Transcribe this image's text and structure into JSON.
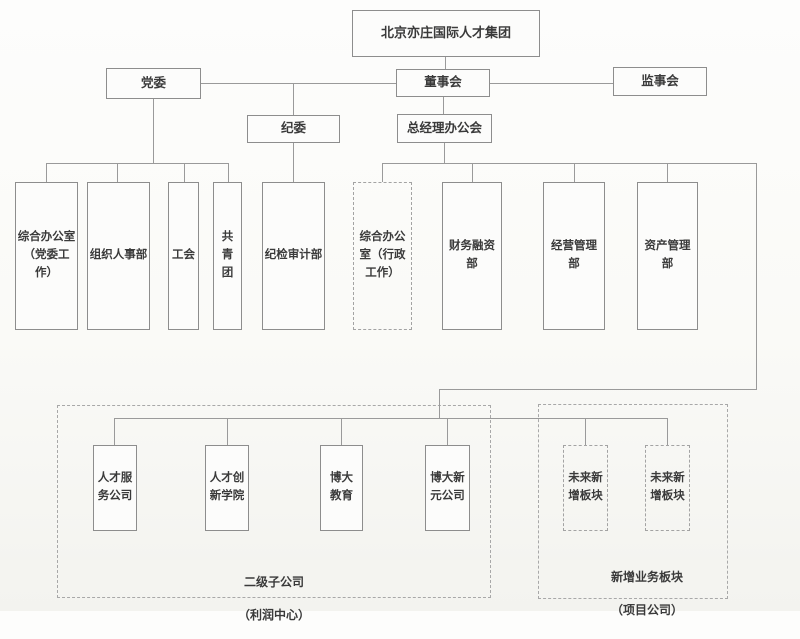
{
  "page": {
    "background_color": "#fbfbf8",
    "line_color": "#9a9a9a",
    "text_color": "#3a3a3a"
  },
  "org": {
    "root": {
      "label": "北京亦庄国际人才集团"
    },
    "governance": {
      "party": {
        "label": "党委"
      },
      "board": {
        "label": "董事会"
      },
      "supervisory": {
        "label": "监事会"
      },
      "discipline": {
        "label": "纪委"
      },
      "gm_office": {
        "label": "总经理办公会"
      }
    },
    "party_departments": [
      {
        "label": "综合办公室（党委工作）",
        "lines": [
          "综合办公室",
          "（党委工",
          "作）"
        ],
        "style": "solid"
      },
      {
        "label": "组织人事部",
        "lines": [
          "组织人事部"
        ],
        "style": "solid"
      },
      {
        "label": "工会",
        "lines": [
          "工会"
        ],
        "style": "solid"
      },
      {
        "label": "共青团",
        "lines": [
          "共",
          "青",
          "团"
        ],
        "style": "solid"
      }
    ],
    "discipline_departments": [
      {
        "label": "纪检审计部",
        "lines": [
          "纪检审计部"
        ],
        "style": "solid"
      }
    ],
    "gm_departments": [
      {
        "label": "综合办公室（行政工作）",
        "lines": [
          "综合办公",
          "室（行政",
          "工作）"
        ],
        "style": "dashed"
      },
      {
        "label": "财务融资部",
        "lines": [
          "财务融资",
          "部"
        ],
        "style": "solid"
      },
      {
        "label": "经营管理部",
        "lines": [
          "经营管理",
          "部"
        ],
        "style": "solid"
      },
      {
        "label": "资产管理部",
        "lines": [
          "资产管理",
          "部"
        ],
        "style": "solid"
      }
    ],
    "subsidiary_group": {
      "title": "二级子公司",
      "subtitle": "（利润中心）",
      "companies": [
        {
          "label": "人才服务公司",
          "lines": [
            "人才服",
            "务公司"
          ],
          "style": "solid"
        },
        {
          "label": "人才创新学院",
          "lines": [
            "人才创",
            "新学院"
          ],
          "style": "solid"
        },
        {
          "label": "博大教育",
          "lines": [
            "博大",
            "教育"
          ],
          "style": "solid"
        },
        {
          "label": "博大新元公司",
          "lines": [
            "博大新",
            "元公司"
          ],
          "style": "solid"
        }
      ]
    },
    "new_business_group": {
      "title": "新增业务板块",
      "subtitle": "（项目公司）",
      "companies": [
        {
          "label": "未来新增板块",
          "lines": [
            "未来新",
            "增板块"
          ],
          "style": "dashed"
        },
        {
          "label": "未来新增板块",
          "lines": [
            "未来新",
            "增板块"
          ],
          "style": "dashed"
        }
      ]
    }
  }
}
